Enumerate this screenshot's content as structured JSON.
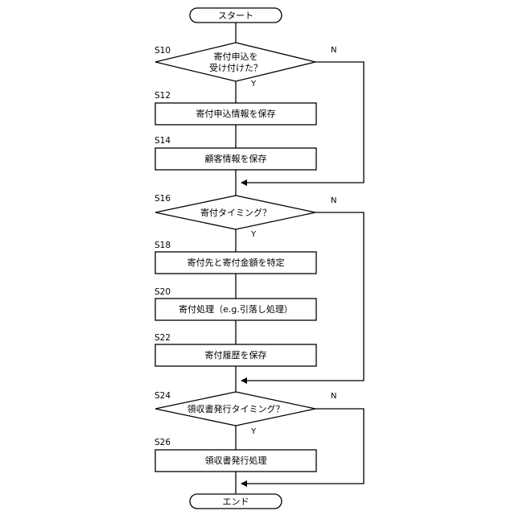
{
  "flowchart": {
    "start": "スタート",
    "end": "エンド",
    "steps": [
      {
        "id": "S10",
        "type": "decision",
        "lines": [
          "寄付申込を",
          "受け付けた？"
        ],
        "yes": "Y",
        "no": "N"
      },
      {
        "id": "S12",
        "type": "process",
        "lines": [
          "寄付申込情報を保存"
        ]
      },
      {
        "id": "S14",
        "type": "process",
        "lines": [
          "顧客情報を保存"
        ]
      },
      {
        "id": "S16",
        "type": "decision",
        "lines": [
          "寄付タイミング？"
        ],
        "yes": "Y",
        "no": "N"
      },
      {
        "id": "S18",
        "type": "process",
        "lines": [
          "寄付先と寄付金額を特定"
        ]
      },
      {
        "id": "S20",
        "type": "process",
        "lines": [
          "寄付処理（e.g.引落し処理）"
        ]
      },
      {
        "id": "S22",
        "type": "process",
        "lines": [
          "寄付履歴を保存"
        ]
      },
      {
        "id": "S24",
        "type": "decision",
        "lines": [
          "領収書発行タイミング？"
        ],
        "yes": "Y",
        "no": "N"
      },
      {
        "id": "S26",
        "type": "process",
        "lines": [
          "領収書発行処理"
        ]
      }
    ]
  }
}
